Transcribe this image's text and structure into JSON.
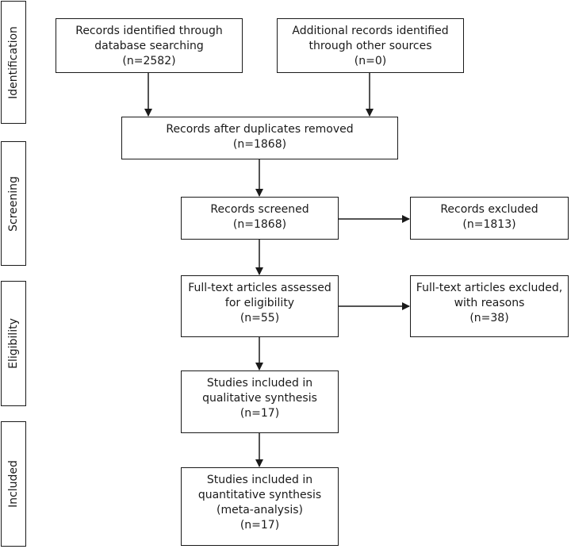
{
  "stages": [
    {
      "key": "identification",
      "label": "Identification"
    },
    {
      "key": "screening",
      "label": "Screening"
    },
    {
      "key": "eligibility",
      "label": "Eligibility"
    },
    {
      "key": "included",
      "label": "Included"
    }
  ],
  "boxes": {
    "db_search": {
      "lines": [
        "Records identified through",
        "database searching",
        "(n=2582)"
      ]
    },
    "other_sources": {
      "lines": [
        "Additional records identified",
        "through other sources",
        "(n=0)"
      ]
    },
    "duplicates_removed": {
      "lines": [
        "Records after duplicates removed",
        "(n=1868)"
      ]
    },
    "screened": {
      "lines": [
        "Records screened",
        "(n=1868)"
      ]
    },
    "excluded": {
      "lines": [
        "Records excluded",
        "(n=1813)"
      ]
    },
    "fulltext_assessed": {
      "lines": [
        "Full-text articles assessed",
        "for eligibility",
        "(n=55)"
      ]
    },
    "fulltext_excluded": {
      "lines": [
        "Full-text articles excluded,",
        "with reasons",
        "(n=38)"
      ]
    },
    "qualitative": {
      "lines": [
        "Studies included in",
        "qualitative synthesis",
        "(n=17)"
      ]
    },
    "quantitative": {
      "lines": [
        "Studies included in",
        "quantitative synthesis",
        "(meta-analysis)",
        "(n=17)"
      ]
    }
  }
}
